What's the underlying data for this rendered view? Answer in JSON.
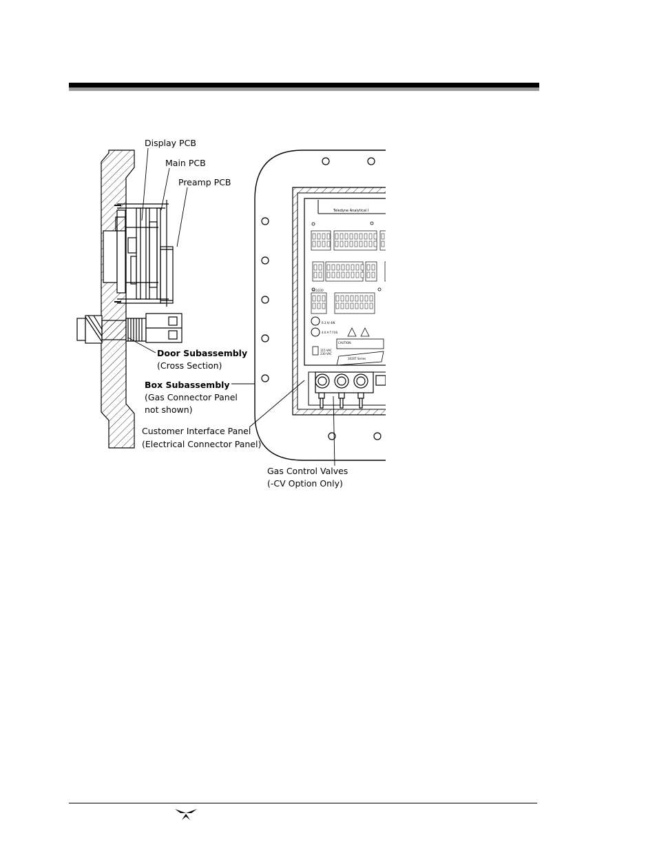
{
  "figure": {
    "callouts": {
      "display_pcb": "Display PCB",
      "main_pcb": "Main PCB",
      "preamp_pcb": "Preamp PCB",
      "door_subassembly": "Door Subassembly",
      "door_subassembly_note": "(Cross Section)",
      "box_subassembly": "Box Subassembly",
      "box_subassembly_note_1": "(Gas Connector Panel",
      "box_subassembly_note_2": "not shown)",
      "customer_interface_panel": "Customer Interface Panel",
      "customer_interface_panel_note": "(Electrical Connector Panel)",
      "gas_control_valves": "Gas Control Valves",
      "gas_control_valves_note": "(-CV Option Only)"
    },
    "panel_text": {
      "brand": "Teledyne Analytical I",
      "fuse_rating_1": "6.3 A/ 4W",
      "fuse_rating_2": "4.0 A T FUS",
      "caution": "CAUTION:",
      "series": "3020T Series",
      "voltage": "115/230",
      "switch_label": "115 VAC",
      "switch_label_2": "230 VAC"
    }
  },
  "footer": {
    "logo_icon": "teledyne-logo-icon"
  }
}
